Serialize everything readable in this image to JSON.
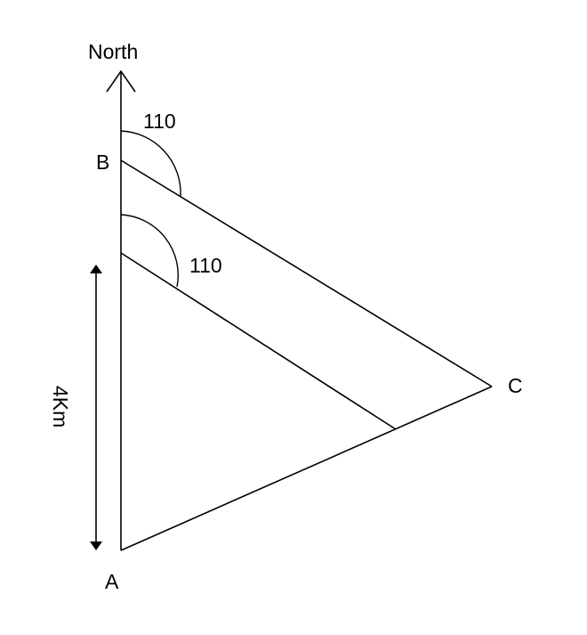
{
  "labels": {
    "north": "North",
    "point_a": "A",
    "point_b": "B",
    "point_c": "C",
    "angle_at_b": "110",
    "angle_lower": "110",
    "distance": "4Km"
  },
  "colors": {
    "stroke": "#000000",
    "background": "#ffffff"
  }
}
